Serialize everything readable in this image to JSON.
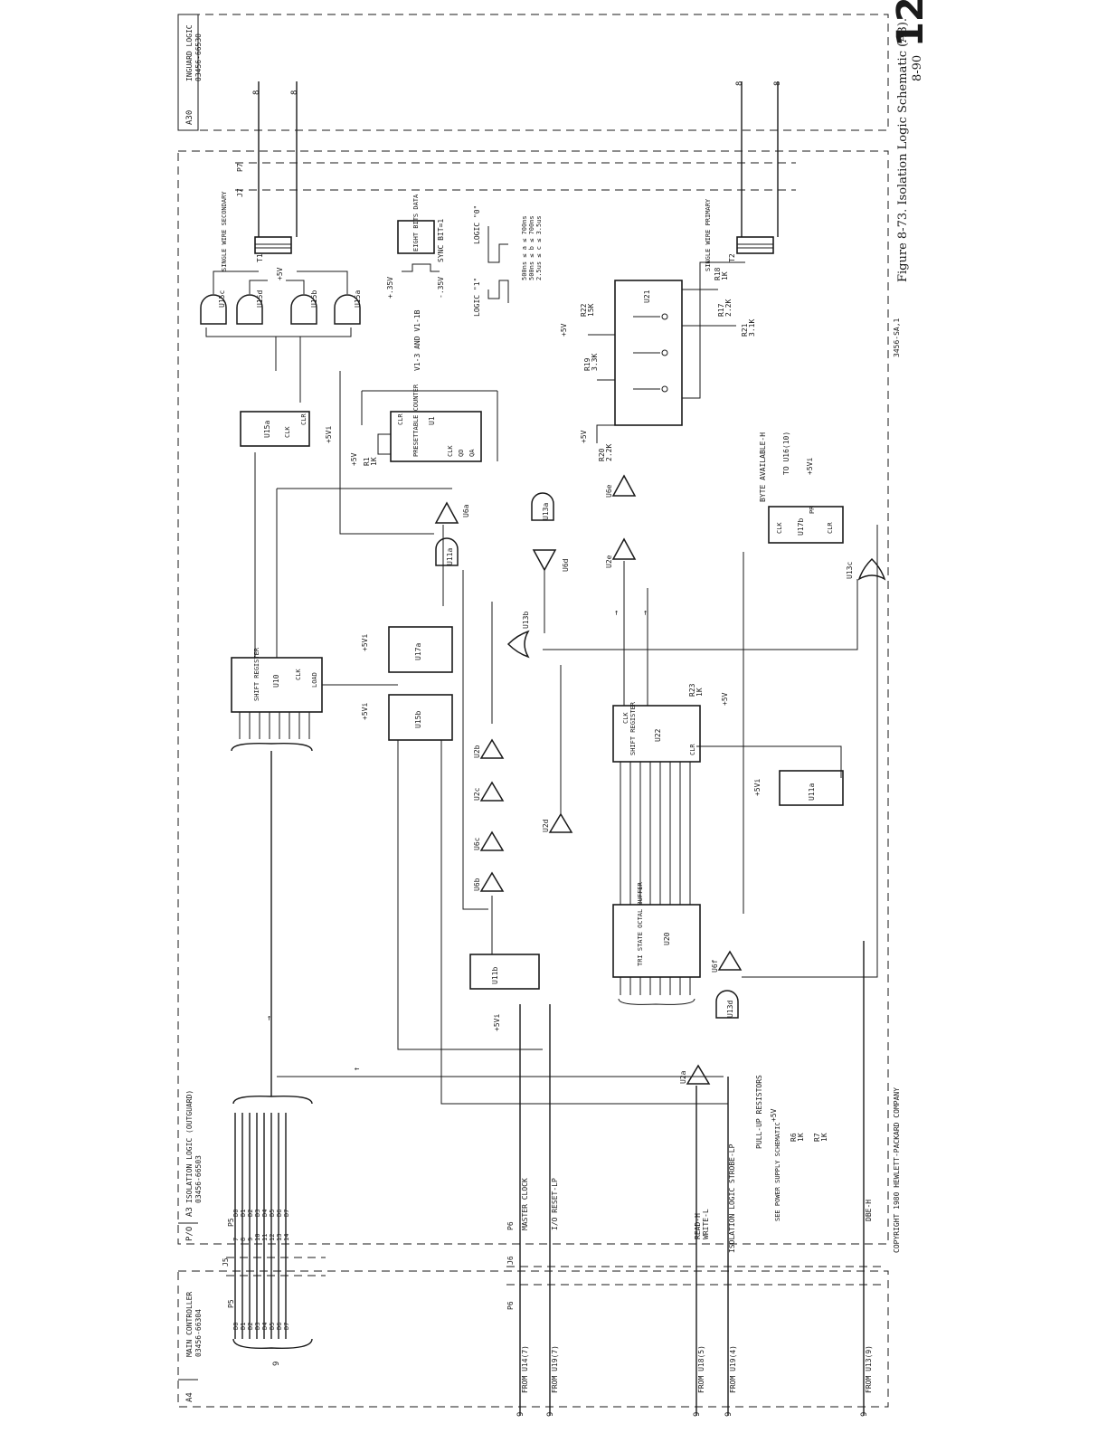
{
  "page": {
    "number": "12",
    "caption": "Figure 8-73. Isolation Logic Schematic (A3).",
    "page_ref": "8-90",
    "drawing_no": "3456-SA,1",
    "copyright": "COPYRIGHT 1980 HEWLETT-PACKARD COMPANY"
  },
  "blocks": {
    "a30": {
      "id": "A30",
      "title": "INGUARD LOGIC",
      "part": "03456-66530"
    },
    "a3": {
      "prefix": "P/O",
      "id": "A3",
      "title": "ISOLATION LOGIC (OUTGUARD)",
      "part": "03456-66503"
    },
    "a4": {
      "id": "A4",
      "title": "MAIN CONTROLLER",
      "part": "03456-66304"
    }
  },
  "connectors": {
    "j5": "J5",
    "p5": "P5",
    "j6": "J6",
    "p6": "P6",
    "j7": "J7",
    "p7": "P7"
  },
  "bus": {
    "lines": [
      "D0",
      "D1",
      "D2",
      "D3",
      "D4",
      "D5",
      "D6",
      "D7"
    ],
    "pins": [
      "7",
      "8",
      "9",
      "10",
      "11",
      "12",
      "13",
      "14"
    ],
    "ref": "9"
  },
  "signals": {
    "master_clock": "MASTER CLOCK",
    "io_reset": "I/O RESET-LP",
    "read_h": "READ-H",
    "write_l": "WRITE-L",
    "strobe": "ISOLATION LOGIC STROBE-LP",
    "dbe_h": "DBE-H",
    "byte_avail": "BYTE AVAILABLE-H",
    "to_u16": "TO U16(10)"
  },
  "from_refs": [
    "FROM U14(7)",
    "FROM U19(7)",
    "FROM U18(5)",
    "FROM U19(4)",
    "FROM U13(9)"
  ],
  "transformers": {
    "t1": {
      "ref": "T1",
      "label": "SINGLE WIRE SECONDARY"
    },
    "t2": {
      "ref": "T2",
      "label": "SINGLE WIRE PRIMARY"
    }
  },
  "chips": {
    "u10": {
      "name": "SHIFT REGISTER",
      "ref": "U10"
    },
    "u1": {
      "name": "PRESETTABLE COUNTER",
      "ref": "U1"
    },
    "u22": {
      "name": "SHIFT REGISTER",
      "ref": "U22"
    },
    "u20": {
      "name": "TRI STATE OCTAL BUFFER",
      "ref": "U20"
    },
    "u21": {
      "ref": "U21"
    },
    "u15a": {
      "ref": "U15a"
    },
    "u15b": {
      "ref": "U15b"
    },
    "u17a": {
      "ref": "U17a"
    },
    "u17b": {
      "ref": "U17b"
    },
    "u11a": {
      "ref": "U11a"
    },
    "u11b": {
      "ref": "U11b"
    }
  },
  "gates": [
    "U15c",
    "U15d",
    "U15b",
    "U15a",
    "U11a",
    "U13a",
    "U13b",
    "U13c",
    "U13d",
    "U6a",
    "U6d",
    "U6e",
    "U2e",
    "U2b",
    "U2c",
    "U6c",
    "U6b",
    "U2d",
    "U6f",
    "U2a"
  ],
  "resistors": [
    {
      "ref": "R1",
      "value": "1K"
    },
    {
      "ref": "R22",
      "value": "15K"
    },
    {
      "ref": "R19",
      "value": "3.3K"
    },
    {
      "ref": "R20",
      "value": "2.2K"
    },
    {
      "ref": "R18",
      "value": "1K"
    },
    {
      "ref": "R17",
      "value": "2.2K"
    },
    {
      "ref": "R21",
      "value": "3.1K"
    },
    {
      "ref": "R23",
      "value": "1K"
    }
  ],
  "supplies": {
    "vcc": "+5V",
    "vcc_i": "+5Vi",
    "vp": "+.35V",
    "vn": "-.35V"
  },
  "timing_note": {
    "signal": "V1-3 AND V1-1B",
    "eight_bits": "EIGHT BITS DATA",
    "sync": "SYNC BIT=1",
    "logic0": "LOGIC \"0\"",
    "logic1": "LOGIC \"1\"",
    "lines": [
      "500ns ≤ a ≤ 700ns",
      "500ns ≤ b ≤ 700ns",
      "2.5us ≤ c ≤ 3.5us"
    ]
  },
  "pullup": {
    "title": "PULL-UP RESISTORS",
    "see": "SEE POWER SUPPLY SCHEMATIC",
    "r6": "R6",
    "r6v": "1K",
    "r7": "R7",
    "r7v": "1K"
  }
}
